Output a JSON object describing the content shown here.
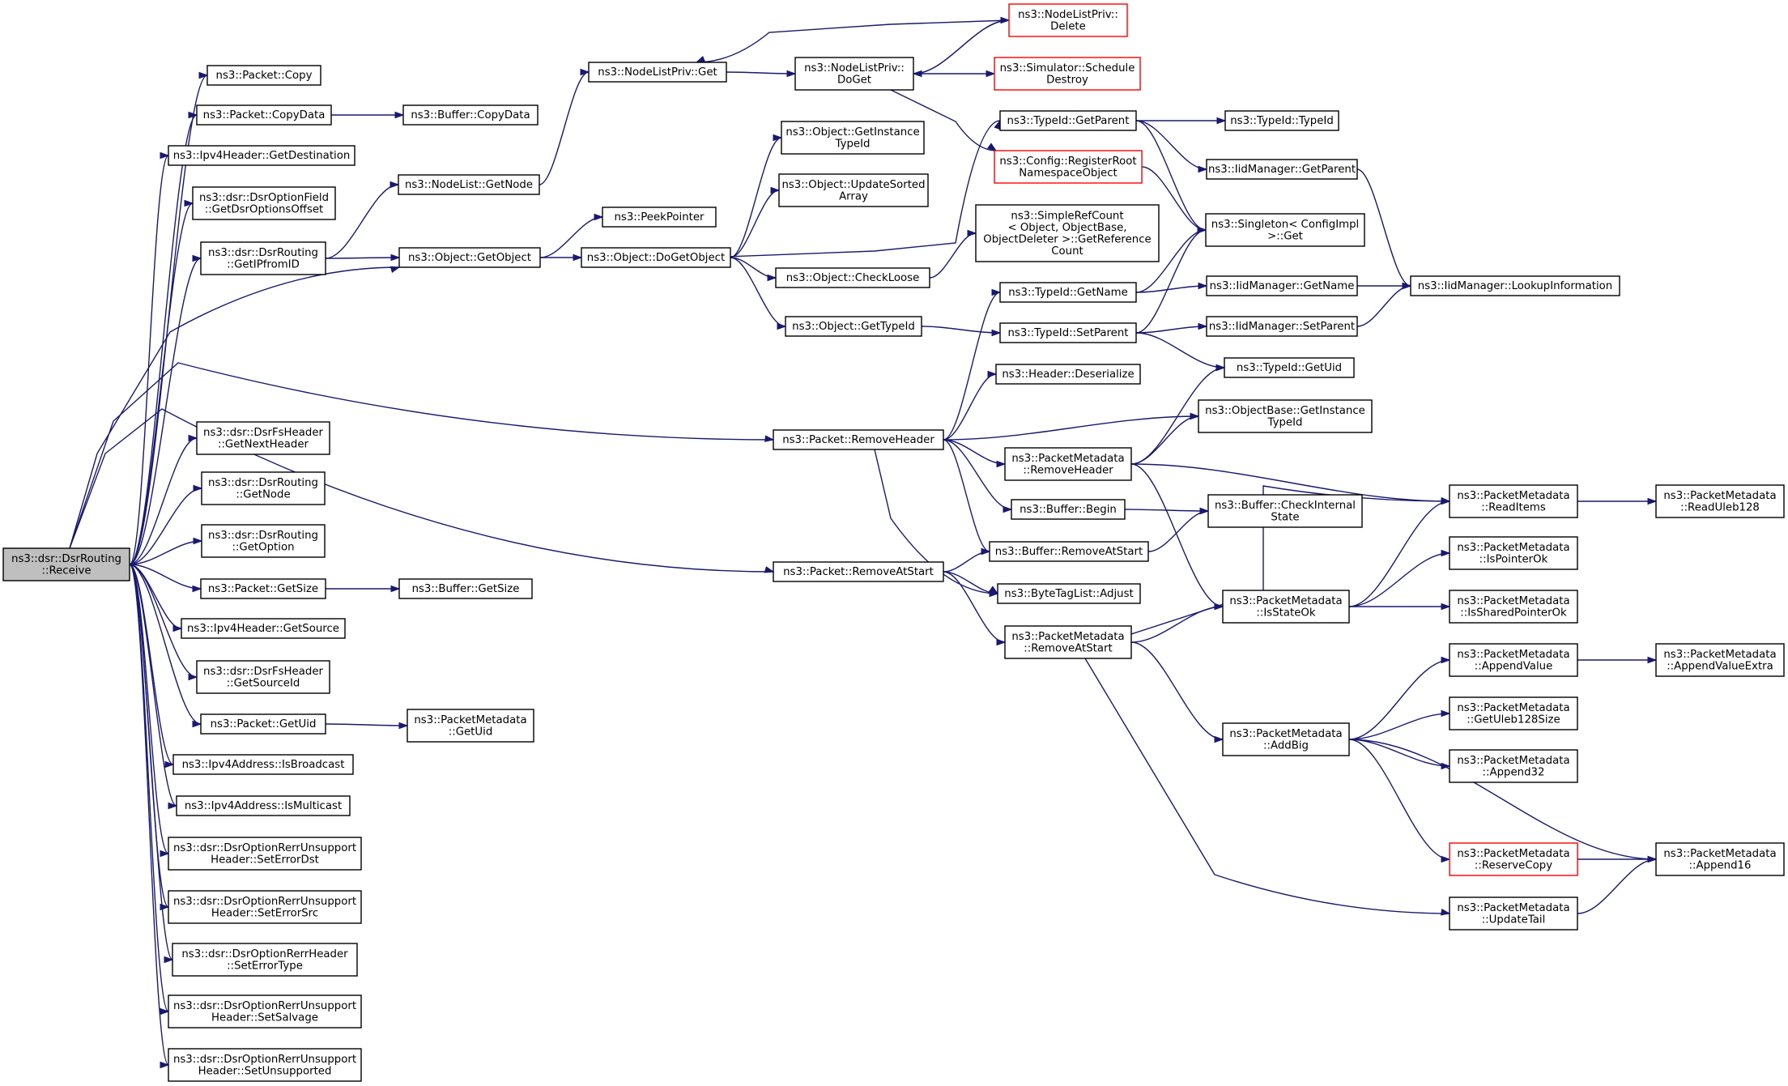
{
  "colors": {
    "edge": "#191970",
    "border": "#000000",
    "truncated_border": "#ff0000",
    "root_fill": "#bfbfbf"
  },
  "nodes": [
    {
      "id": "root",
      "lines": [
        "ns3::dsr::DsrRouting",
        "::Receive"
      ],
      "style": "root"
    },
    {
      "id": "pkt_copy",
      "lines": [
        "ns3::Packet::Copy"
      ]
    },
    {
      "id": "pkt_copydata",
      "lines": [
        "ns3::Packet::CopyData"
      ]
    },
    {
      "id": "buf_copydata",
      "lines": [
        "ns3::Buffer::CopyData"
      ]
    },
    {
      "id": "ipv4h_getdest",
      "lines": [
        "ns3::Ipv4Header::GetDestination"
      ]
    },
    {
      "id": "optfield",
      "lines": [
        "ns3::dsr::DsrOptionField",
        "::GetDsrOptionsOffset"
      ]
    },
    {
      "id": "getipfromid",
      "lines": [
        "ns3::dsr::DsrRouting",
        "::GetIPfromID"
      ]
    },
    {
      "id": "nodelist_getnode",
      "lines": [
        "ns3::NodeList::GetNode"
      ]
    },
    {
      "id": "nlp_get",
      "lines": [
        "ns3::NodeListPriv::Get"
      ]
    },
    {
      "id": "nlp_doget",
      "lines": [
        "ns3::NodeListPriv::",
        "DoGet"
      ]
    },
    {
      "id": "nlp_delete",
      "lines": [
        "ns3::NodeListPriv::",
        "Delete"
      ],
      "style": "red"
    },
    {
      "id": "sim_schedule",
      "lines": [
        "ns3::Simulator::Schedule",
        "Destroy"
      ],
      "style": "red"
    },
    {
      "id": "obj_getobject",
      "lines": [
        "ns3::Object::GetObject"
      ]
    },
    {
      "id": "peekpointer",
      "lines": [
        "ns3::PeekPointer"
      ]
    },
    {
      "id": "obj_dogetobject",
      "lines": [
        "ns3::Object::DoGetObject"
      ]
    },
    {
      "id": "obj_getinst",
      "lines": [
        "ns3::Object::GetInstance",
        "TypeId"
      ]
    },
    {
      "id": "obj_updsorted",
      "lines": [
        "ns3::Object::UpdateSorted",
        "Array"
      ]
    },
    {
      "id": "obj_checkloose",
      "lines": [
        "ns3::Object::CheckLoose"
      ]
    },
    {
      "id": "obj_gettypeid",
      "lines": [
        "ns3::Object::GetTypeId"
      ]
    },
    {
      "id": "cfg_register",
      "lines": [
        "ns3::Config::RegisterRoot",
        "NamespaceObject"
      ],
      "style": "red"
    },
    {
      "id": "tid_getparent",
      "lines": [
        "ns3::TypeId::GetParent"
      ]
    },
    {
      "id": "tid_typeid",
      "lines": [
        "ns3::TypeId::TypeId"
      ]
    },
    {
      "id": "iid_getparent",
      "lines": [
        "ns3::IidManager::GetParent"
      ]
    },
    {
      "id": "singleton_get",
      "lines": [
        "ns3::Singleton< ConfigImpl",
        " >::Get"
      ]
    },
    {
      "id": "simplerefcount",
      "lines": [
        "ns3::SimpleRefCount",
        "< Object, ObjectBase,",
        " ObjectDeleter >::GetReference",
        "Count"
      ]
    },
    {
      "id": "tid_getname",
      "lines": [
        "ns3::TypeId::GetName"
      ]
    },
    {
      "id": "iid_getname",
      "lines": [
        "ns3::IidManager::GetName"
      ]
    },
    {
      "id": "iid_lookup",
      "lines": [
        "ns3::IidManager::LookupInformation"
      ]
    },
    {
      "id": "tid_setparent",
      "lines": [
        "ns3::TypeId::SetParent"
      ]
    },
    {
      "id": "iid_setparent",
      "lines": [
        "ns3::IidManager::SetParent"
      ]
    },
    {
      "id": "hdr_deser",
      "lines": [
        "ns3::Header::Deserialize"
      ]
    },
    {
      "id": "tid_getuid",
      "lines": [
        "ns3::TypeId::GetUid"
      ]
    },
    {
      "id": "objbase_getinst",
      "lines": [
        "ns3::ObjectBase::GetInstance",
        "TypeId"
      ]
    },
    {
      "id": "fs_getnexthdr",
      "lines": [
        "ns3::dsr::DsrFsHeader",
        "::GetNextHeader"
      ]
    },
    {
      "id": "pkt_removeheader",
      "lines": [
        "ns3::Packet::RemoveHeader"
      ]
    },
    {
      "id": "pm_removeheader",
      "lines": [
        "ns3::PacketMetadata",
        "::RemoveHeader"
      ]
    },
    {
      "id": "dsr_getnode",
      "lines": [
        "ns3::dsr::DsrRouting",
        "::GetNode"
      ]
    },
    {
      "id": "pm_readitems",
      "lines": [
        "ns3::PacketMetadata",
        "::ReadItems"
      ]
    },
    {
      "id": "pm_readuleb",
      "lines": [
        "ns3::PacketMetadata",
        "::ReadUleb128"
      ]
    },
    {
      "id": "buf_begin",
      "lines": [
        "ns3::Buffer::Begin"
      ]
    },
    {
      "id": "buf_checkint",
      "lines": [
        "ns3::Buffer::CheckInternal",
        "State"
      ]
    },
    {
      "id": "dsr_getoption",
      "lines": [
        "ns3::dsr::DsrRouting",
        "::GetOption"
      ]
    },
    {
      "id": "buf_removeatstart",
      "lines": [
        "ns3::Buffer::RemoveAtStart"
      ]
    },
    {
      "id": "pm_isptrok",
      "lines": [
        "ns3::PacketMetadata",
        "::IsPointerOk"
      ]
    },
    {
      "id": "pkt_removeatstart",
      "lines": [
        "ns3::Packet::RemoveAtStart"
      ]
    },
    {
      "id": "pkt_getsize",
      "lines": [
        "ns3::Packet::GetSize"
      ]
    },
    {
      "id": "buf_getsize",
      "lines": [
        "ns3::Buffer::GetSize"
      ]
    },
    {
      "id": "btl_adjust",
      "lines": [
        "ns3::ByteTagList::Adjust"
      ]
    },
    {
      "id": "pm_isstateok",
      "lines": [
        "ns3::PacketMetadata",
        "::IsStateOk"
      ]
    },
    {
      "id": "pm_issharedptrok",
      "lines": [
        "ns3::PacketMetadata",
        "::IsSharedPointerOk"
      ]
    },
    {
      "id": "ipv4h_getsrc",
      "lines": [
        "ns3::Ipv4Header::GetSource"
      ]
    },
    {
      "id": "pm_removeatstart",
      "lines": [
        "ns3::PacketMetadata",
        "::RemoveAtStart"
      ]
    },
    {
      "id": "fs_getsourceid",
      "lines": [
        "ns3::dsr::DsrFsHeader",
        "::GetSourceId"
      ]
    },
    {
      "id": "pm_appendvalue",
      "lines": [
        "ns3::PacketMetadata",
        "::AppendValue"
      ]
    },
    {
      "id": "pm_appendvalueextra",
      "lines": [
        "ns3::PacketMetadata",
        "::AppendValueExtra"
      ]
    },
    {
      "id": "pm_getuleb",
      "lines": [
        "ns3::PacketMetadata",
        "::GetUleb128Size"
      ]
    },
    {
      "id": "pkt_getuid",
      "lines": [
        "ns3::Packet::GetUid"
      ]
    },
    {
      "id": "pm_getuid",
      "lines": [
        "ns3::PacketMetadata",
        "::GetUid"
      ]
    },
    {
      "id": "pm_addbig",
      "lines": [
        "ns3::PacketMetadata",
        "::AddBig"
      ]
    },
    {
      "id": "pm_append32",
      "lines": [
        "ns3::PacketMetadata",
        "::Append32"
      ]
    },
    {
      "id": "ipv4a_isbcast",
      "lines": [
        "ns3::Ipv4Address::IsBroadcast"
      ]
    },
    {
      "id": "ipv4a_ismcast",
      "lines": [
        "ns3::Ipv4Address::IsMulticast"
      ]
    },
    {
      "id": "rerr_seterrdst",
      "lines": [
        "ns3::dsr::DsrOptionRerrUnsupport",
        "Header::SetErrorDst"
      ]
    },
    {
      "id": "pm_reservecopy",
      "lines": [
        "ns3::PacketMetadata",
        "::ReserveCopy"
      ],
      "style": "red"
    },
    {
      "id": "pm_append16",
      "lines": [
        "ns3::PacketMetadata",
        "::Append16"
      ]
    },
    {
      "id": "rerr_seterrsrc",
      "lines": [
        "ns3::dsr::DsrOptionRerrUnsupport",
        "Header::SetErrorSrc"
      ]
    },
    {
      "id": "pm_updatetail",
      "lines": [
        "ns3::PacketMetadata",
        "::UpdateTail"
      ]
    },
    {
      "id": "rerr_seterrtype",
      "lines": [
        "ns3::dsr::DsrOptionRerrHeader",
        "::SetErrorType"
      ]
    },
    {
      "id": "rerr_setsalvage",
      "lines": [
        "ns3::dsr::DsrOptionRerrUnsupport",
        "Header::SetSalvage"
      ]
    },
    {
      "id": "rerr_setunsupported",
      "lines": [
        "ns3::dsr::DsrOptionRerrUnsupport",
        "Header::SetUnsupported"
      ]
    }
  ],
  "edges": [
    [
      "root",
      "pkt_copy"
    ],
    [
      "root",
      "pkt_copydata"
    ],
    [
      "root",
      "ipv4h_getdest"
    ],
    [
      "root",
      "optfield"
    ],
    [
      "root",
      "getipfromid"
    ],
    [
      "root",
      "obj_getobject"
    ],
    [
      "root",
      "pkt_removeheader"
    ],
    [
      "root",
      "pkt_removeatstart"
    ],
    [
      "root",
      "fs_getnexthdr"
    ],
    [
      "root",
      "dsr_getnode"
    ],
    [
      "root",
      "dsr_getoption"
    ],
    [
      "root",
      "pkt_getsize"
    ],
    [
      "root",
      "ipv4h_getsrc"
    ],
    [
      "root",
      "fs_getsourceid"
    ],
    [
      "root",
      "pkt_getuid"
    ],
    [
      "root",
      "ipv4a_isbcast"
    ],
    [
      "root",
      "ipv4a_ismcast"
    ],
    [
      "root",
      "rerr_seterrdst"
    ],
    [
      "root",
      "rerr_seterrsrc"
    ],
    [
      "root",
      "rerr_seterrtype"
    ],
    [
      "root",
      "rerr_setsalvage"
    ],
    [
      "root",
      "rerr_setunsupported"
    ],
    [
      "pkt_copydata",
      "buf_copydata"
    ],
    [
      "getipfromid",
      "nodelist_getnode"
    ],
    [
      "getipfromid",
      "obj_getobject"
    ],
    [
      "nodelist_getnode",
      "nlp_get"
    ],
    [
      "nlp_get",
      "nlp_doget"
    ],
    [
      "nlp_doget",
      "nlp_delete"
    ],
    [
      "nlp_doget",
      "sim_schedule"
    ],
    [
      "nlp_doget",
      "cfg_register"
    ],
    [
      "nlp_delete",
      "nlp_get"
    ],
    [
      "nlp_delete",
      "nlp_doget"
    ],
    [
      "obj_getobject",
      "peekpointer"
    ],
    [
      "obj_getobject",
      "obj_dogetobject"
    ],
    [
      "obj_dogetobject",
      "obj_getinst"
    ],
    [
      "obj_dogetobject",
      "obj_updsorted"
    ],
    [
      "obj_dogetobject",
      "obj_checkloose"
    ],
    [
      "obj_dogetobject",
      "obj_gettypeid"
    ],
    [
      "obj_dogetobject",
      "tid_getparent"
    ],
    [
      "obj_checkloose",
      "simplerefcount"
    ],
    [
      "obj_gettypeid",
      "tid_setparent"
    ],
    [
      "cfg_register",
      "singleton_get"
    ],
    [
      "tid_getparent",
      "tid_typeid"
    ],
    [
      "tid_getparent",
      "iid_getparent"
    ],
    [
      "tid_getparent",
      "singleton_get"
    ],
    [
      "iid_getparent",
      "iid_lookup"
    ],
    [
      "tid_getname",
      "singleton_get"
    ],
    [
      "tid_getname",
      "iid_getname"
    ],
    [
      "iid_getname",
      "iid_lookup"
    ],
    [
      "tid_setparent",
      "singleton_get"
    ],
    [
      "tid_setparent",
      "iid_setparent"
    ],
    [
      "tid_setparent",
      "tid_getuid"
    ],
    [
      "iid_setparent",
      "iid_lookup"
    ],
    [
      "pkt_removeheader",
      "tid_getname"
    ],
    [
      "pkt_removeheader",
      "hdr_deser"
    ],
    [
      "pkt_removeheader",
      "objbase_getinst"
    ],
    [
      "pkt_removeheader",
      "pm_removeheader"
    ],
    [
      "pkt_removeheader",
      "buf_begin"
    ],
    [
      "pkt_removeheader",
      "buf_removeatstart"
    ],
    [
      "pkt_removeheader",
      "btl_adjust"
    ],
    [
      "pm_removeheader",
      "tid_getuid"
    ],
    [
      "pm_removeheader",
      "objbase_getinst"
    ],
    [
      "pm_removeheader",
      "pm_readitems"
    ],
    [
      "pm_removeheader",
      "pm_isstateok"
    ],
    [
      "pm_readitems",
      "pm_readuleb"
    ],
    [
      "buf_begin",
      "buf_checkint"
    ],
    [
      "buf_removeatstart",
      "buf_checkint"
    ],
    [
      "pkt_removeatstart",
      "buf_removeatstart"
    ],
    [
      "pkt_removeatstart",
      "btl_adjust"
    ],
    [
      "pkt_removeatstart",
      "pm_removeatstart"
    ],
    [
      "pkt_getsize",
      "buf_getsize"
    ],
    [
      "pkt_getuid",
      "pm_getuid"
    ],
    [
      "pm_isstateok",
      "pm_readitems"
    ],
    [
      "pm_isstateok",
      "pm_isptrok"
    ],
    [
      "pm_isstateok",
      "pm_issharedptrok"
    ],
    [
      "pm_removeatstart",
      "pm_readitems"
    ],
    [
      "pm_removeatstart",
      "pm_isstateok"
    ],
    [
      "pm_removeatstart",
      "pm_addbig"
    ],
    [
      "pm_removeatstart",
      "pm_updatetail"
    ],
    [
      "pm_addbig",
      "pm_appendvalue"
    ],
    [
      "pm_addbig",
      "pm_getuleb"
    ],
    [
      "pm_addbig",
      "pm_append32"
    ],
    [
      "pm_addbig",
      "pm_reservecopy"
    ],
    [
      "pm_addbig",
      "pm_append16"
    ],
    [
      "pm_appendvalue",
      "pm_appendvalueextra"
    ],
    [
      "pm_reservecopy",
      "pm_append16"
    ],
    [
      "pm_updatetail",
      "pm_append16"
    ]
  ]
}
